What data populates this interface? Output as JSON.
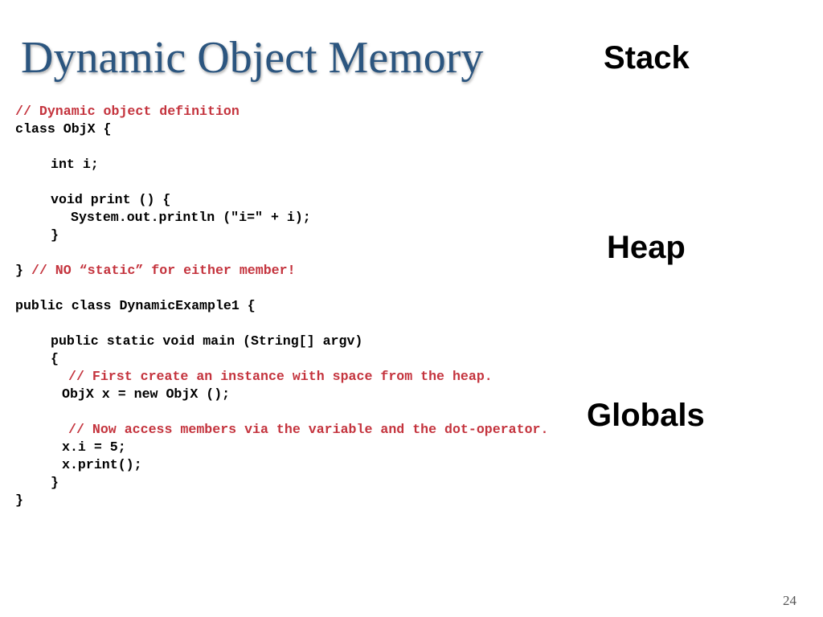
{
  "slide": {
    "title": "Dynamic Object Memory",
    "memory_labels": {
      "stack": "Stack",
      "heap": "Heap",
      "globals": "Globals"
    },
    "page_number": "24"
  },
  "code": {
    "l1": "// Dynamic object definition",
    "l2": "class ObjX {",
    "l3": "int i;",
    "l4": "void print () {",
    "l5": "System.out.println (\"i=\" + i);",
    "l6": "}",
    "l7_code": "}",
    "l7_comment": "// NO “static” for either member!",
    "l8": "public class DynamicExample1 {",
    "l9": "public static void main (String[] argv)",
    "l10": "{",
    "l11": "// First create an instance with space from the heap.",
    "l12": "ObjX x = new ObjX ();",
    "l13": "// Now access members via the variable and the dot-operator.",
    "l14": "x.i = 5;",
    "l15": "x.print();",
    "l16": "}",
    "l17": "}"
  },
  "colors": {
    "title": "#2b557f",
    "comment": "#c4333d",
    "code": "#000000",
    "background": "#ffffff"
  }
}
